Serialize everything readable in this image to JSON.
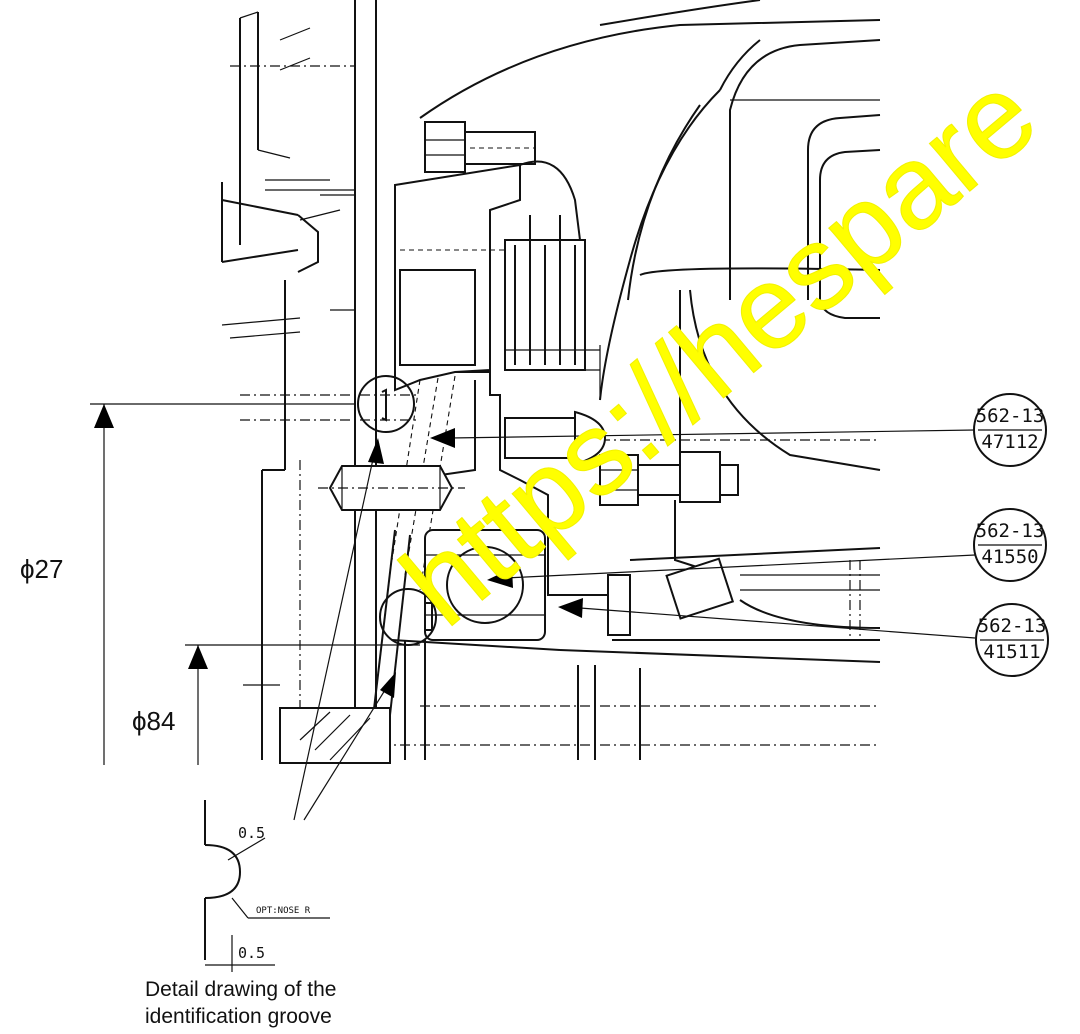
{
  "callouts": [
    {
      "top": "562-13",
      "bottom": "47112"
    },
    {
      "top": "562-13",
      "bottom": "41550"
    },
    {
      "top": "562-13",
      "bottom": "41511"
    }
  ],
  "dimensions": {
    "outer_diameter": "ϕ27",
    "inner_diameter": "ϕ84"
  },
  "detail": {
    "radius_value": "0.5",
    "note": "OPT:NOSE R",
    "width_value": "0.5",
    "caption_line1": "Detail drawing of the",
    "caption_line2": "identification groove"
  },
  "watermark": "https://hespare",
  "colors": {
    "watermark": "#ffff00",
    "lines": "#111111"
  }
}
